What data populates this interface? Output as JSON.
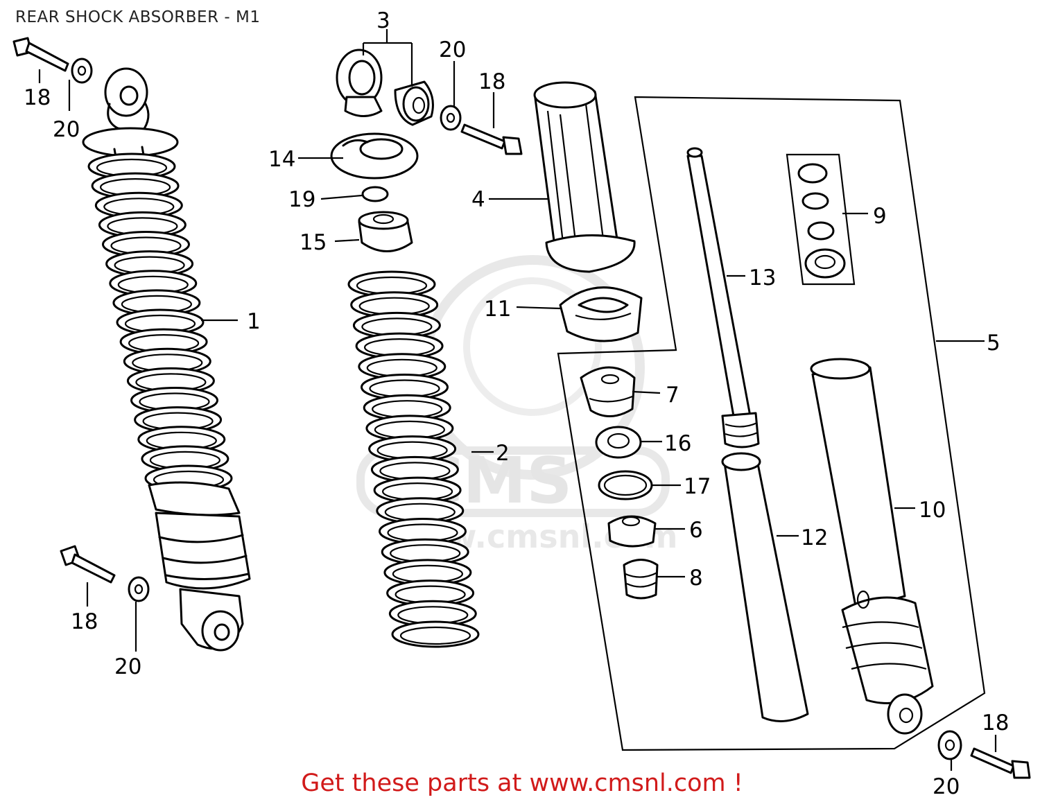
{
  "diagram": {
    "title": "REAR SHOCK ABSORBER - M1",
    "footer": "Get these parts at www.cmsnl.com !",
    "watermark": "CMS",
    "watermark_url": "www.cmsnl.com",
    "colors": {
      "footer": "#d11a1a",
      "lines": "#000000",
      "watermark": "#e3e3e3"
    },
    "callouts": [
      {
        "id": "c-3",
        "label": "3"
      },
      {
        "id": "c-20a",
        "label": "20"
      },
      {
        "id": "c-18a",
        "label": "18"
      },
      {
        "id": "c-18b",
        "label": "18"
      },
      {
        "id": "c-20b",
        "label": "20"
      },
      {
        "id": "c-14",
        "label": "14"
      },
      {
        "id": "c-19",
        "label": "19"
      },
      {
        "id": "c-4",
        "label": "4"
      },
      {
        "id": "c-15",
        "label": "15"
      },
      {
        "id": "c-9",
        "label": "9"
      },
      {
        "id": "c-13",
        "label": "13"
      },
      {
        "id": "c-11",
        "label": "11"
      },
      {
        "id": "c-1",
        "label": "1"
      },
      {
        "id": "c-5",
        "label": "5"
      },
      {
        "id": "c-7",
        "label": "7"
      },
      {
        "id": "c-16",
        "label": "16"
      },
      {
        "id": "c-2",
        "label": "2"
      },
      {
        "id": "c-17",
        "label": "17"
      },
      {
        "id": "c-10",
        "label": "10"
      },
      {
        "id": "c-6",
        "label": "6"
      },
      {
        "id": "c-12",
        "label": "12"
      },
      {
        "id": "c-8",
        "label": "8"
      },
      {
        "id": "c-18c",
        "label": "18"
      },
      {
        "id": "c-20c",
        "label": "20"
      },
      {
        "id": "c-18d",
        "label": "18"
      },
      {
        "id": "c-20d",
        "label": "20"
      }
    ]
  }
}
